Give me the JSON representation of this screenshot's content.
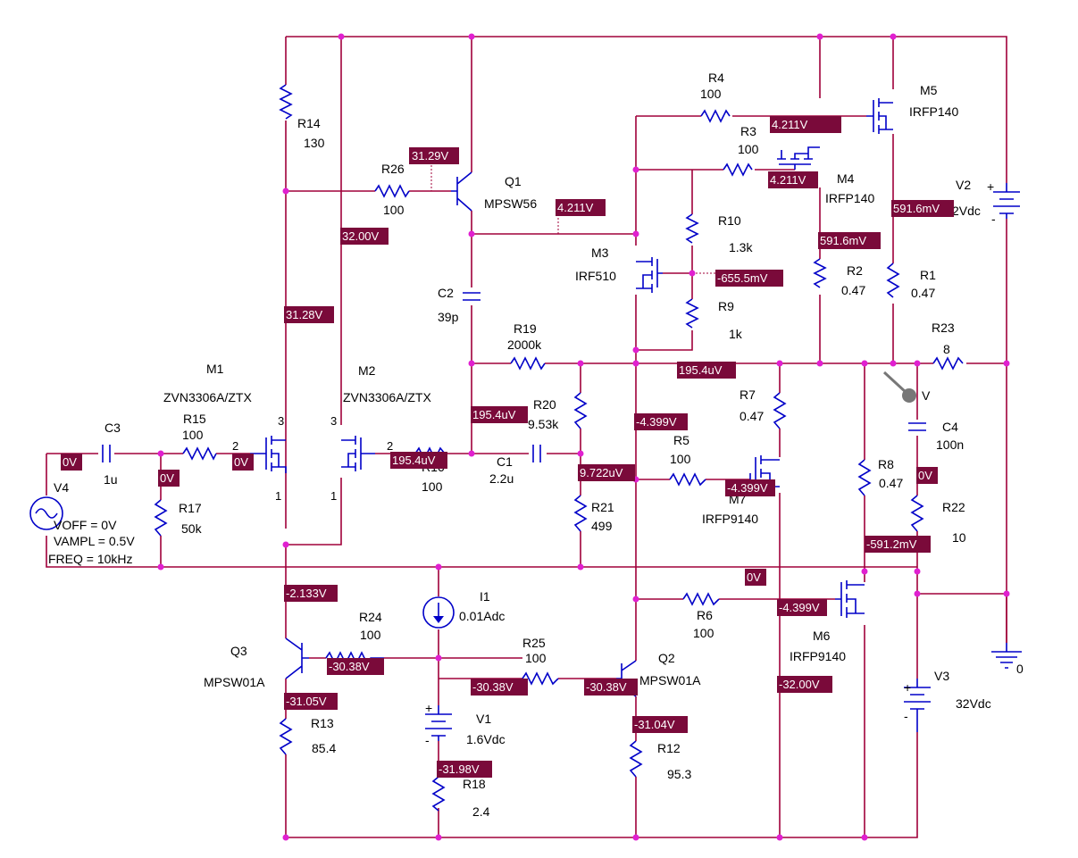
{
  "components": [
    {
      "ref": "R14",
      "value": "130"
    },
    {
      "ref": "R26",
      "value": "100"
    },
    {
      "ref": "Q1",
      "value": "MPSW56"
    },
    {
      "ref": "R4",
      "value": "100"
    },
    {
      "ref": "R3",
      "value": "100"
    },
    {
      "ref": "M5",
      "value": "IRFP140"
    },
    {
      "ref": "M4",
      "value": "IRFP140"
    },
    {
      "ref": "V2",
      "value": "2Vdc"
    },
    {
      "ref": "R10",
      "value": "1.3k"
    },
    {
      "ref": "M3",
      "value": "IRF510"
    },
    {
      "ref": "R9",
      "value": "1k"
    },
    {
      "ref": "R2",
      "value": "0.47"
    },
    {
      "ref": "R1",
      "value": "0.47"
    },
    {
      "ref": "C2",
      "value": "39p"
    },
    {
      "ref": "R19",
      "value": "2000k"
    },
    {
      "ref": "R23",
      "value": "8"
    },
    {
      "ref": "M1",
      "value": "ZVN3306A/ZTX"
    },
    {
      "ref": "M2",
      "value": "ZVN3306A/ZTX"
    },
    {
      "ref": "R20",
      "value": "9.53k"
    },
    {
      "ref": "R7",
      "value": "0.47"
    },
    {
      "ref": "C4",
      "value": "100n"
    },
    {
      "ref": "C3",
      "value": "1u"
    },
    {
      "ref": "R15",
      "value": "100"
    },
    {
      "ref": "R16",
      "value": "100"
    },
    {
      "ref": "C1",
      "value": "2.2u"
    },
    {
      "ref": "R5",
      "value": "100"
    },
    {
      "ref": "M7",
      "value": "IRFP9140"
    },
    {
      "ref": "R8",
      "value": "0.47"
    },
    {
      "ref": "V4",
      "value": ""
    },
    {
      "ref": "R17",
      "value": "50k"
    },
    {
      "ref": "R21",
      "value": "499"
    },
    {
      "ref": "R22",
      "value": "10"
    },
    {
      "ref": "I1",
      "value": "0.01Adc"
    },
    {
      "ref": "R6",
      "value": "100"
    },
    {
      "ref": "M6",
      "value": "IRFP9140"
    },
    {
      "ref": "R24",
      "value": "100"
    },
    {
      "ref": "Q3",
      "value": "MPSW01A"
    },
    {
      "ref": "R25",
      "value": "100"
    },
    {
      "ref": "Q2",
      "value": "MPSW01A"
    },
    {
      "ref": "R13",
      "value": "85.4"
    },
    {
      "ref": "V1",
      "value": "1.6Vdc"
    },
    {
      "ref": "R12",
      "value": "95.3"
    },
    {
      "ref": "R18",
      "value": "2.4"
    },
    {
      "ref": "V3",
      "value": "32Vdc"
    }
  ],
  "source_params": [
    "VOFF = 0V",
    "VAMPL = 0.5V",
    "FREQ = 10kHz"
  ],
  "ground_label": "0",
  "probe_label": "V",
  "pin_numbers": {
    "m1_gate": "2",
    "m1_drain": "3",
    "m1_source": "1",
    "m2_drain": "3",
    "m2_gate": "2",
    "m2_source": "1"
  },
  "voltages": [
    "31.29V",
    "4.211V",
    "4.211V",
    "4.211V",
    "32.00V",
    "591.6mV",
    "591.6mV",
    "-655.5mV",
    "31.28V",
    "195.4uV",
    "195.4uV",
    "-4.399V",
    "0V",
    "0V",
    "195.4uV",
    "9.722uV",
    "-4.399V",
    "0V",
    "-591.2mV",
    "0V",
    "-2.133V",
    "-4.399V",
    "-30.38V",
    "-30.38V",
    "-30.38V",
    "-31.05V",
    "-31.04V",
    "-32.00V",
    "-31.98V"
  ],
  "colors": {
    "wire": "#a0003a",
    "component": "#0000c8",
    "junction": "#e020d0",
    "voltage_tag": "#7a0a3a"
  }
}
